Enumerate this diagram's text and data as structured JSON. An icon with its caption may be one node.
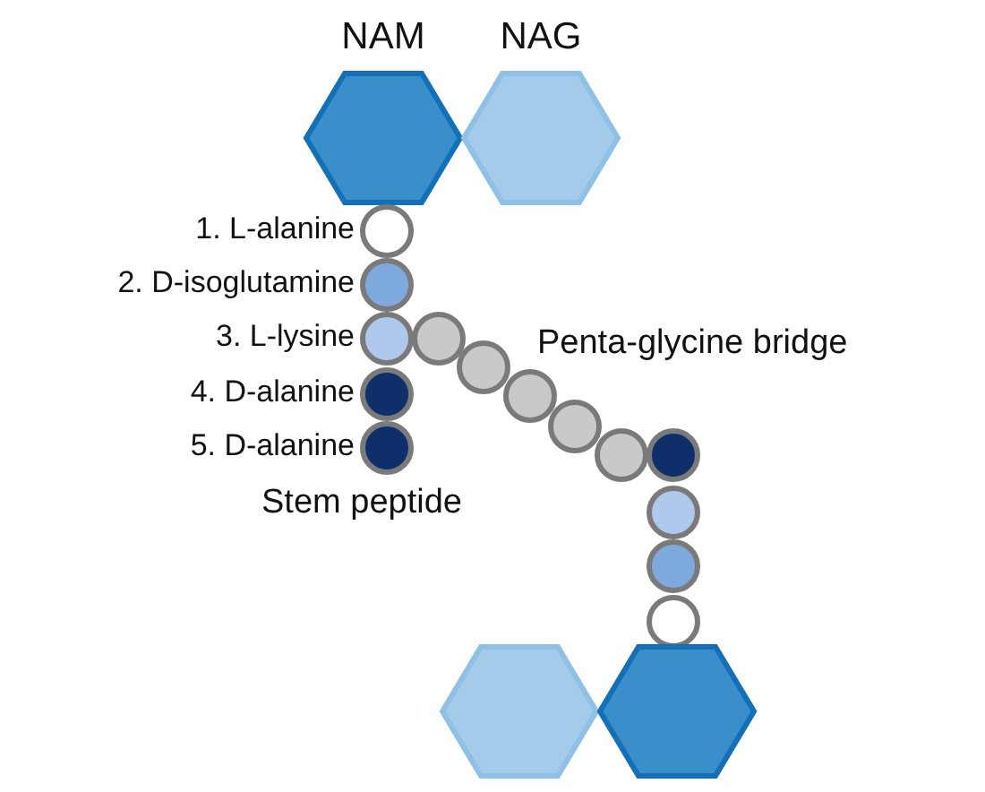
{
  "diagram": {
    "nodes": [
      {
        "text": [
          "NAM"
        ]
      },
      {
        "text": [
          "NAG"
        ]
      },
      {
        "text": [],
        "shape": "circle",
        "beside": [
          "1. L-alanine"
        ]
      },
      {
        "text": [],
        "shape": "circle",
        "beside": [
          "2. D-isoglutamine"
        ]
      },
      {
        "text": [],
        "shape": "circle",
        "beside": [
          "3. L-lysine"
        ]
      },
      {
        "text": [],
        "shape": "circle",
        "beside": [
          "4. D-alanine"
        ]
      },
      {
        "text": [],
        "shape": "circle",
        "beside": [
          "5. D-alanine"
        ]
      },
      {
        "text": [],
        "shape": "circle"
      },
      {
        "text": [],
        "shape": "circle"
      },
      {
        "text": [],
        "shape": "circle"
      },
      {
        "text": [],
        "shape": "circle"
      },
      {
        "text": [],
        "shape": "circle"
      },
      {
        "text": [],
        "shape": "circle"
      },
      {
        "text": [],
        "shape": "circle"
      },
      {
        "text": [],
        "shape": "circle"
      },
      {
        "text": [],
        "shape": "circle"
      },
      {
        "text": [],
        "shape": "hexagon"
      },
      {
        "text": [],
        "shape": "hexagon"
      }
    ],
    "labels": [
      "Penta-glycine bridge",
      "Stem peptide"
    ]
  }
}
